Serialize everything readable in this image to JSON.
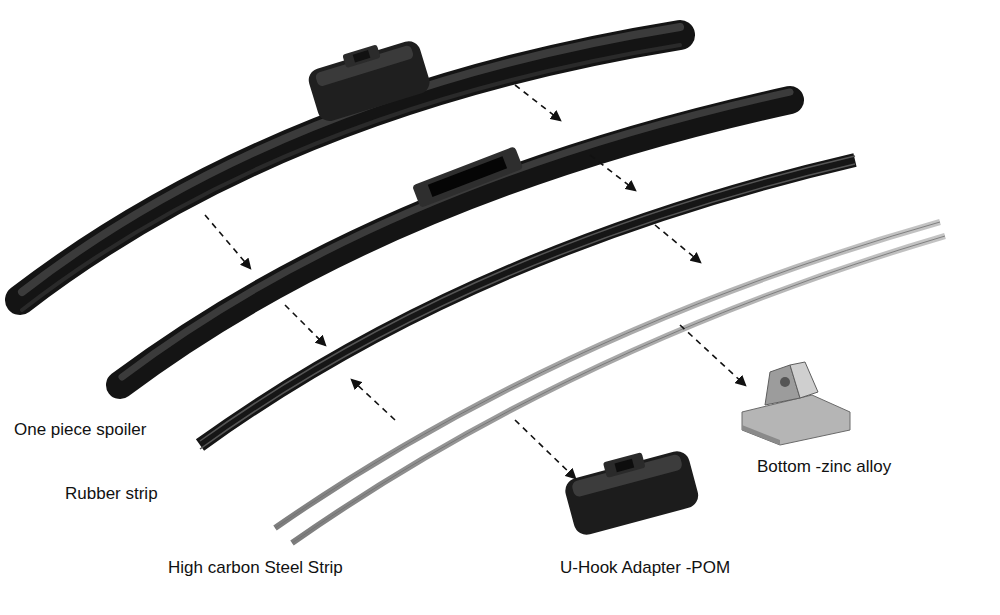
{
  "diagram": {
    "labels": [
      "One piece spoiler",
      "Rubber strip",
      "High carbon Steel Strip",
      "U-Hook Adapter -POM",
      "Bottom -zinc alloy"
    ]
  }
}
